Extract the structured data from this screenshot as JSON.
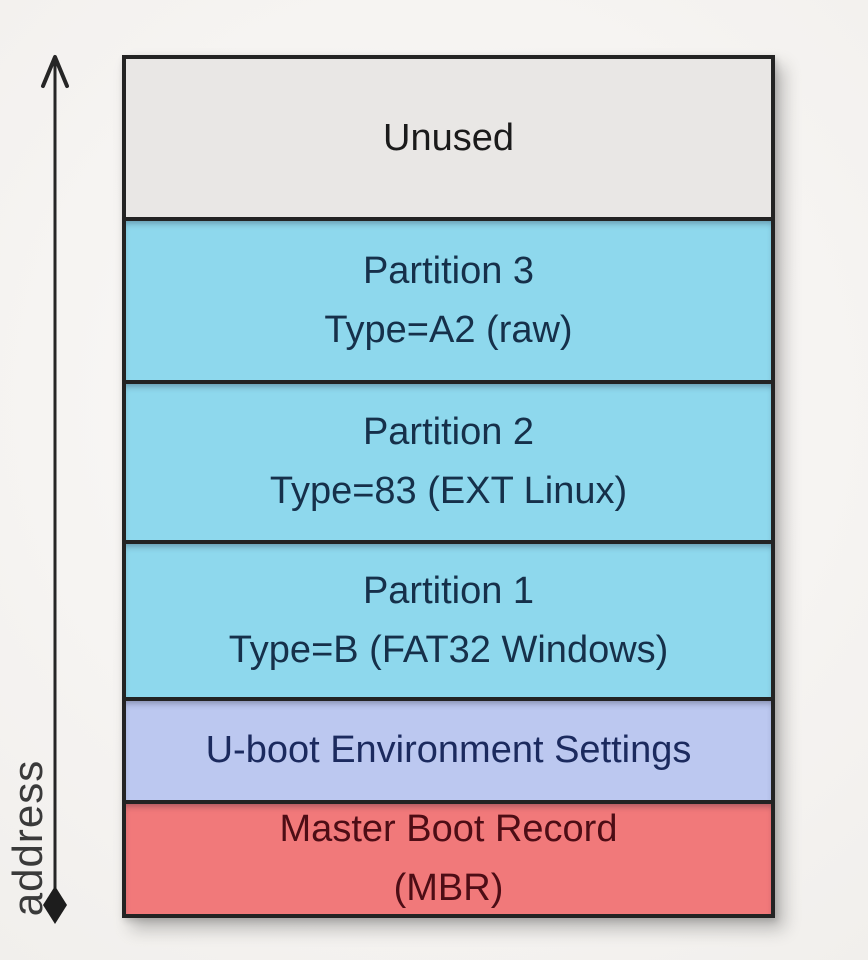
{
  "figure": {
    "axis_label": "address",
    "background": "#f6f4f2",
    "border_color": "#232323",
    "arrow_color": "#262626",
    "blocks": [
      {
        "name": "unused",
        "lines": [
          "Unused"
        ],
        "fill": "#e9e7e5",
        "text_color": "#1b1b1b",
        "height": 158
      },
      {
        "name": "partition-3",
        "lines": [
          "Partition 3",
          "Type=A2 (raw)"
        ],
        "fill": "#8ed8ed",
        "text_color": "#16304a",
        "height": 163
      },
      {
        "name": "partition-2",
        "lines": [
          "Partition 2",
          "Type=83 (EXT Linux)"
        ],
        "fill": "#8ed8ed",
        "text_color": "#16304a",
        "height": 160
      },
      {
        "name": "partition-1",
        "lines": [
          "Partition 1",
          "Type=B (FAT32 Windows)"
        ],
        "fill": "#8ed8ed",
        "text_color": "#16304a",
        "height": 157
      },
      {
        "name": "uboot-env",
        "lines": [
          "U-boot Environment Settings"
        ],
        "fill": "#bcc8f0",
        "text_color": "#1b2a5e",
        "height": 103
      },
      {
        "name": "mbr",
        "lines": [
          "Master Boot Record",
          "(MBR)"
        ],
        "fill": "#f1797a",
        "text_color": "#4d0d15",
        "height": 114
      }
    ]
  }
}
